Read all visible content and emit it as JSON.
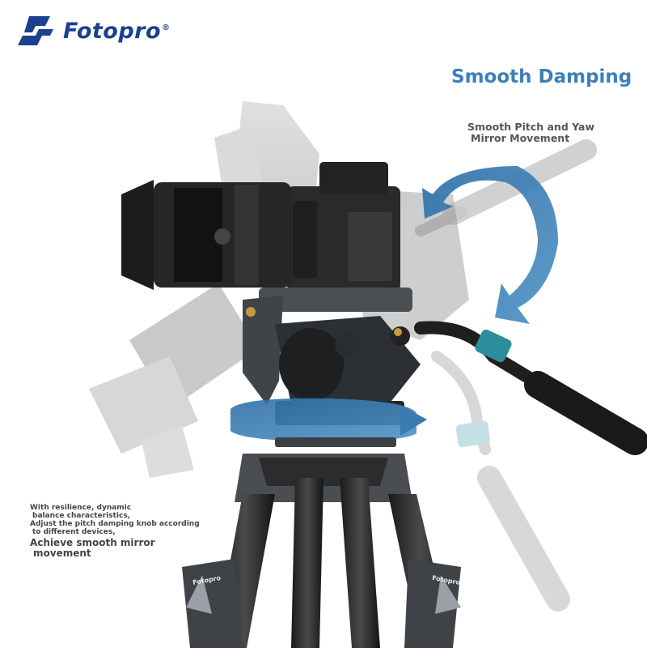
{
  "brand": {
    "name": "Fotopro",
    "registered_mark": "®",
    "accent_color": "#1d3f8f"
  },
  "headline": "Smooth Damping",
  "subheadline": {
    "line1": "Smooth Pitch and Yaw",
    "line2": "Mirror Movement"
  },
  "description": {
    "line1": "With resilience, dynamic",
    "line2": "balance characteristics,",
    "line3": "Adjust the pitch damping knob according",
    "line4": "to different devices,",
    "line5": "Achieve smooth mirror",
    "line6": "movement"
  },
  "tripod_leg_labels": [
    "Fotopro",
    "Fotopro"
  ],
  "colors": {
    "headline": "#3d7fb8",
    "arrow": "#3b7bb0",
    "handle_grip": "#2b8e9a"
  },
  "icons": [
    "fotopro-logo-icon",
    "pitch-rotation-arrow-icon",
    "yaw-rotation-arrow-icon"
  ]
}
